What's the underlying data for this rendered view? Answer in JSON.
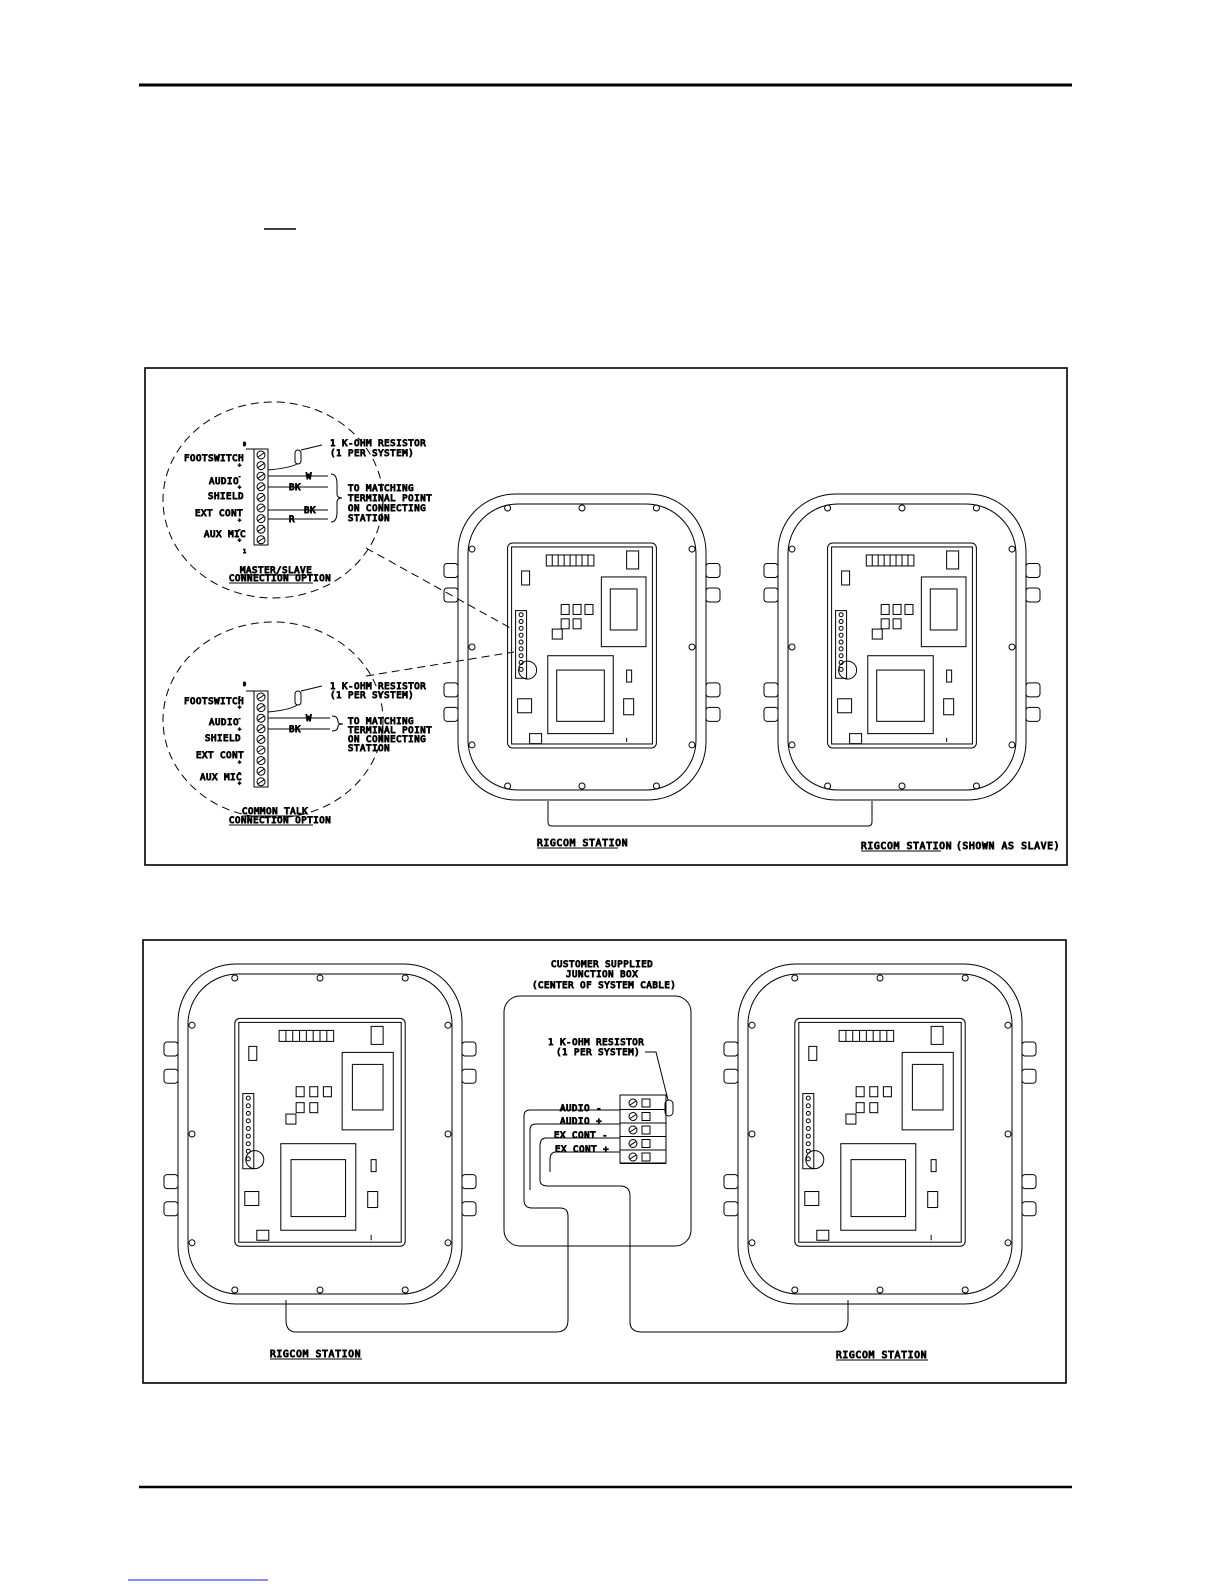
{
  "diagram1": {
    "top_detail": {
      "pin_label_top": "9",
      "pin_label_bottom": "1",
      "terminals": [
        "FOOTSWITCH",
        "AUDIO",
        "SHIELD",
        "EXT CONT",
        "AUX MIC"
      ],
      "polarity": [
        "-",
        "+",
        "-",
        "+"
      ],
      "resistor_line1": "1 K-OHM RESISTOR",
      "resistor_line2": "(1 PER SYSTEM)",
      "wire_w": "W",
      "wire_bk": "BK",
      "wire_r": "R",
      "note_lines": [
        "TO MATCHING",
        "TERMINAL POINT",
        "ON CONNECTING",
        "STATION"
      ],
      "caption_line1": "MASTER/SLAVE",
      "caption_line2": "CONNECTION OPTION"
    },
    "bottom_detail": {
      "pin_label_top": "9",
      "caption_line1": "COMMON TALK",
      "caption_line2": "CONNECTION OPTION"
    },
    "station1_label": "RIGCOM STATION",
    "station2_label": "RIGCOM STATION",
    "station2_note": "(SHOWN AS SLAVE)"
  },
  "diagram2": {
    "junction_line1": "CUSTOMER SUPPLIED",
    "junction_line2": "JUNCTION BOX",
    "junction_line3": "(CENTER OF SYSTEM CABLE)",
    "resistor_line1": "1 K-OHM RESISTOR",
    "resistor_line2": "(1 PER SYSTEM)",
    "terminals": [
      "AUDIO -",
      "AUDIO +",
      "EX CONT -",
      "EX CONT +"
    ],
    "station1_label": "RIGCOM STATION",
    "station2_label": "RIGCOM STATION"
  }
}
